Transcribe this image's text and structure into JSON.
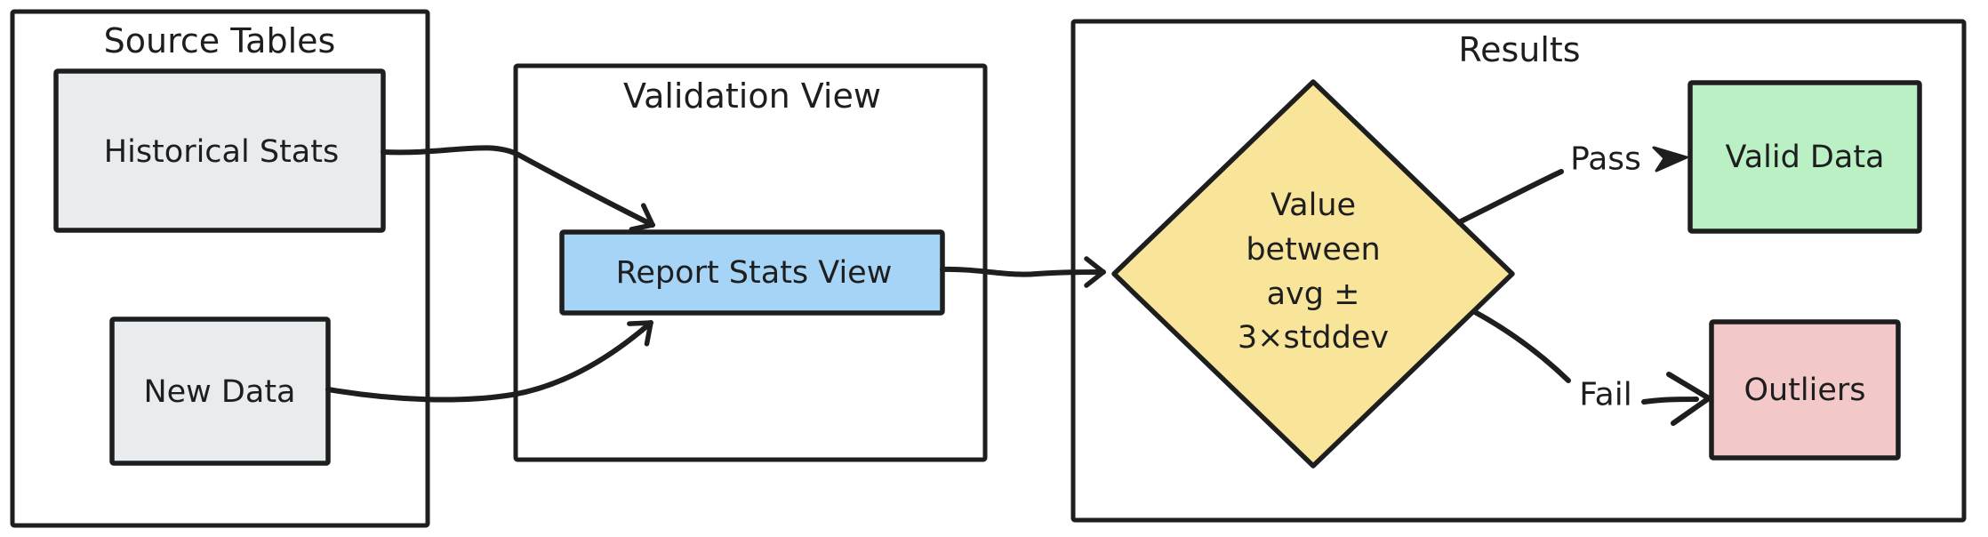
{
  "colors": {
    "stroke": "#1e1e1e",
    "text": "#1e1e1e",
    "background": "#ffffff",
    "gray_fill": "#e9ecef",
    "blue_fill": "#a6d4f7",
    "yellow_fill": "#f9e59a",
    "green_fill": "#bbefc4",
    "red_fill": "#f3c8c8"
  },
  "frames": {
    "source_tables": {
      "title": "Source Tables"
    },
    "validation_view": {
      "title": "Validation View"
    },
    "results": {
      "title": "Results"
    }
  },
  "nodes": {
    "historical_stats": {
      "label": "Historical Stats",
      "fill": "#e9ecef"
    },
    "new_data": {
      "label": "New Data",
      "fill": "#e9ecef"
    },
    "report_stats_view": {
      "label": "Report Stats View",
      "fill": "#a6d4f7"
    },
    "decision": {
      "lines": [
        "Value",
        "between",
        "avg ±",
        "3×stddev"
      ],
      "fill": "#f9e59a"
    },
    "valid_data": {
      "label": "Valid Data",
      "fill": "#bbefc4"
    },
    "outliers": {
      "label": "Outliers",
      "fill": "#f3c8c8"
    }
  },
  "edge_labels": {
    "pass": "Pass",
    "fail": "Fail"
  }
}
